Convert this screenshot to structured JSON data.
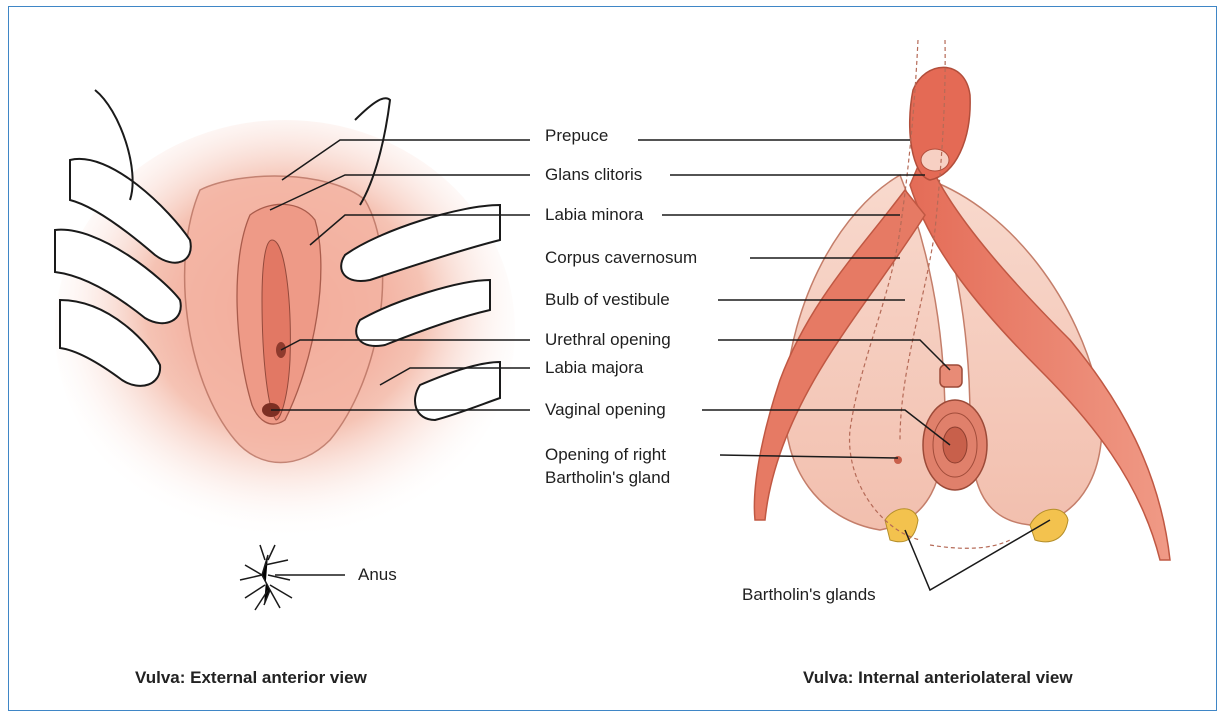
{
  "figure": {
    "labels": {
      "prepuce": "Prepuce",
      "glans_clitoris": "Glans clitoris",
      "labia_minora": "Labia minora",
      "corpus_cavernosum": "Corpus cavernosum",
      "bulb_of_vestibule": "Bulb of vestibule",
      "urethral_opening": "Urethral opening",
      "labia_majora": "Labia majora",
      "vaginal_opening": "Vaginal opening",
      "bartholin_opening_line1": "Opening of right",
      "bartholin_opening_line2": "Bartholin's gland",
      "anus": "Anus",
      "bartholins_glands": "Bartholin's glands"
    },
    "captions": {
      "external": "Vulva: External anterior view",
      "internal": "Vulva: Internal anteriolateral view"
    },
    "colors": {
      "frame": "#3f86c6",
      "tissue_light": "#f6d3c6",
      "tissue_mid": "#ee9f8b",
      "tissue_dark": "#e2735d",
      "gland": "#f3c24e"
    }
  }
}
